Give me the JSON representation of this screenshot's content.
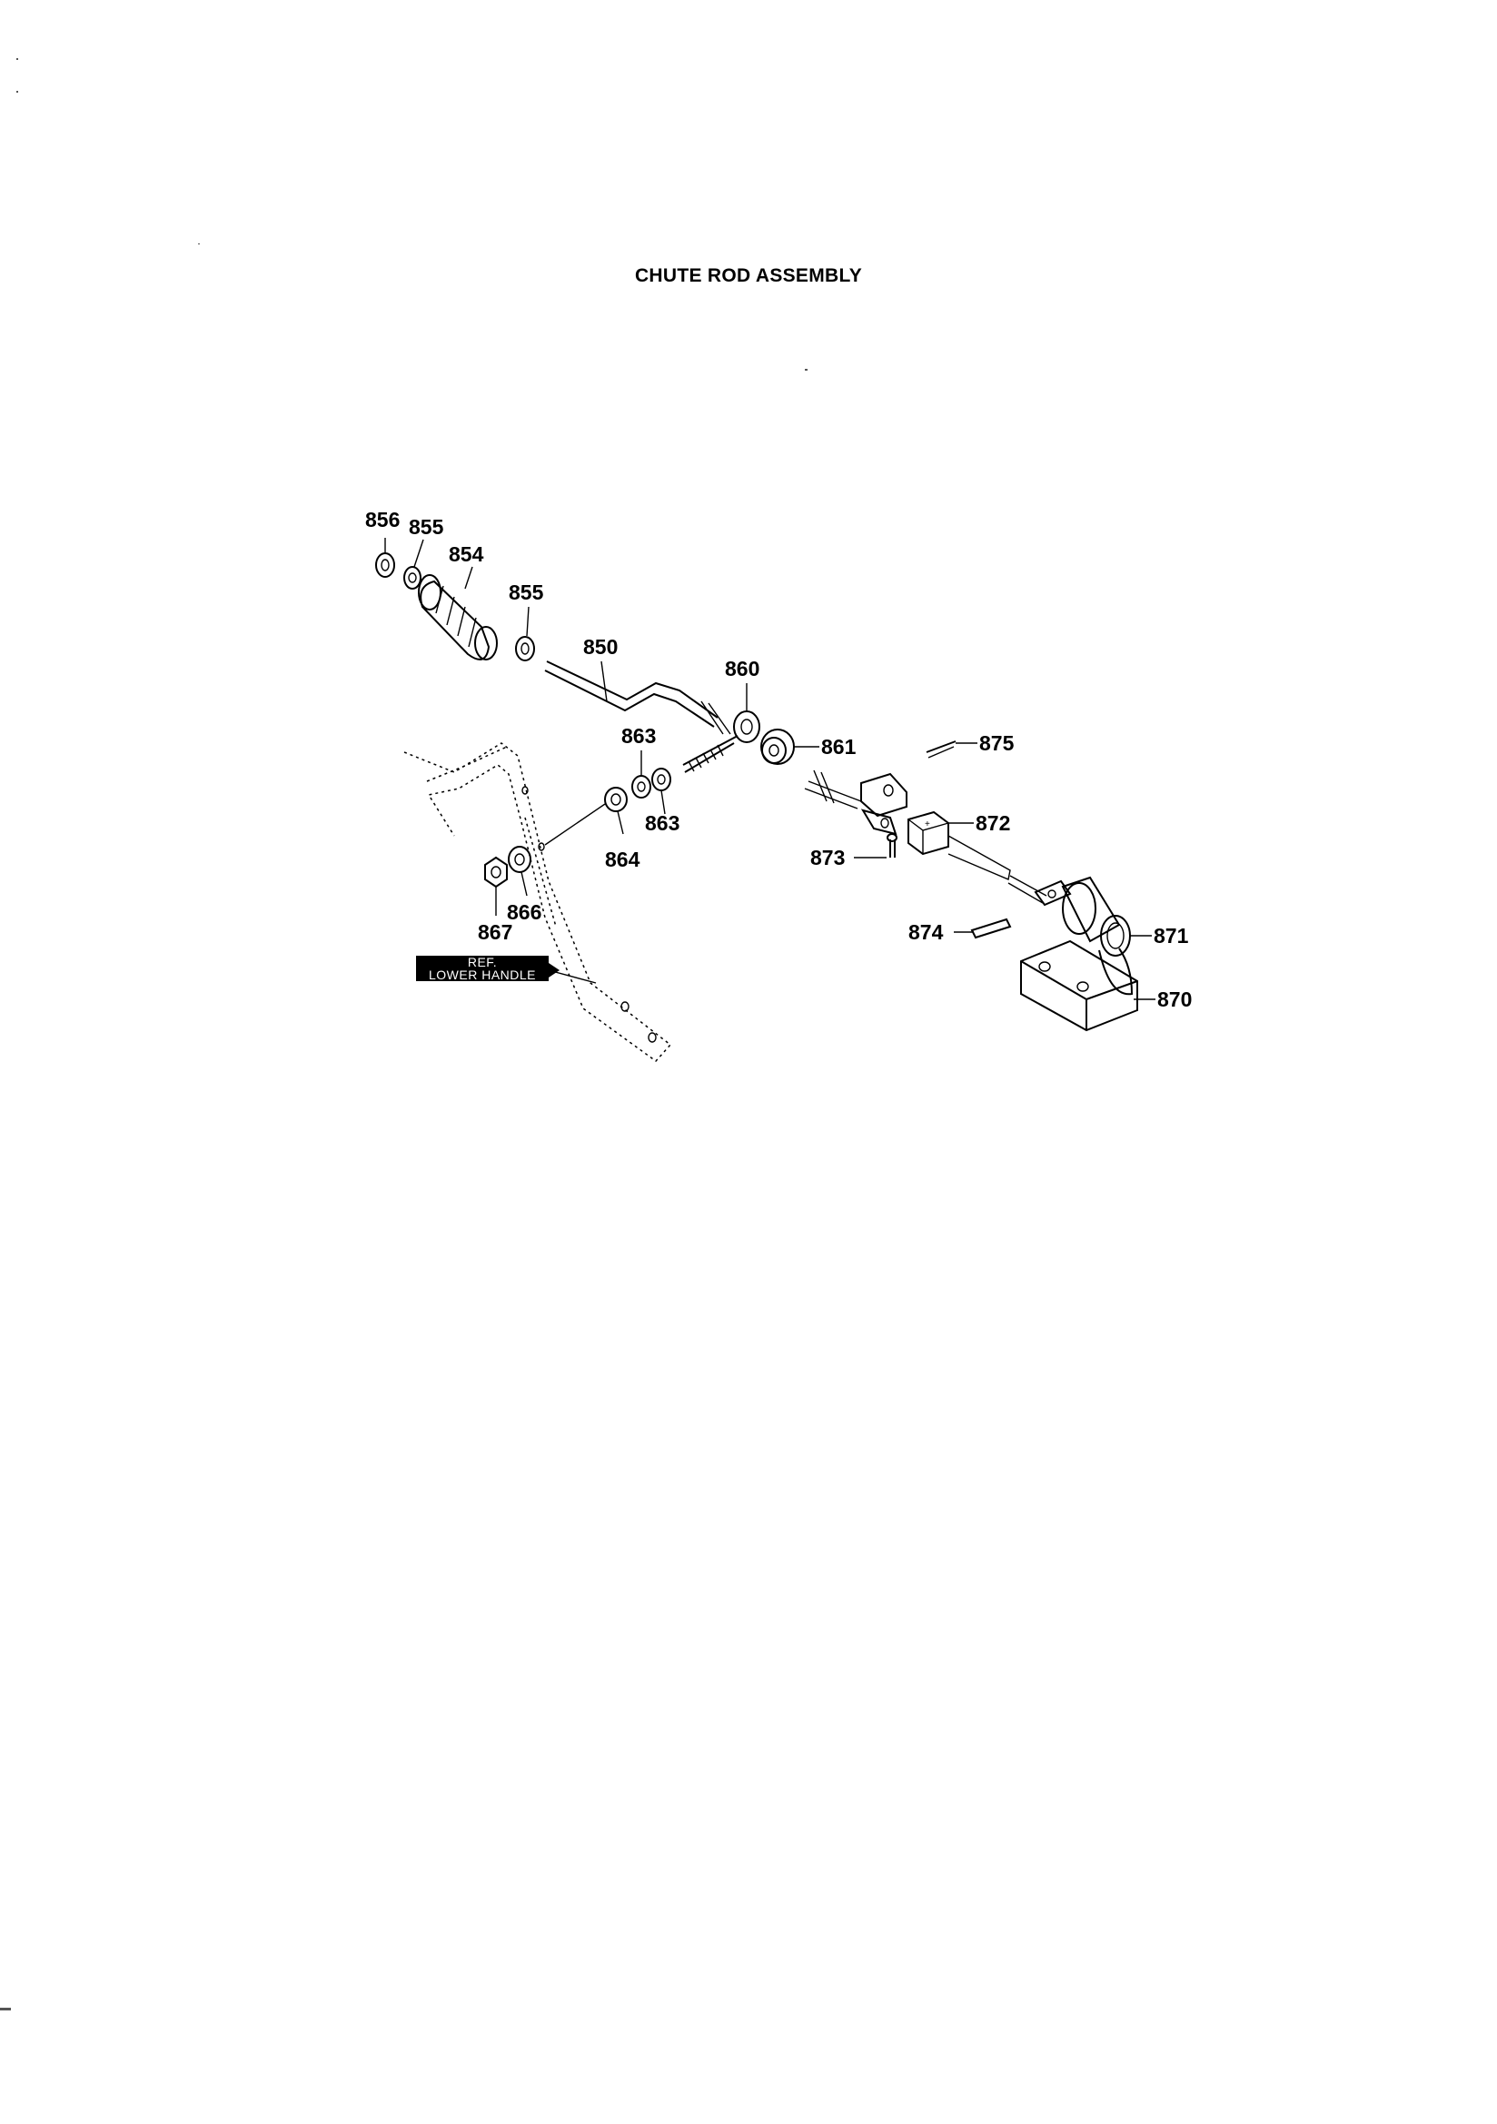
{
  "title": "CHUTE ROD ASSEMBLY",
  "reference_label": {
    "line1": "REF.",
    "line2": "LOWER HANDLE"
  },
  "parts": {
    "p850": "850",
    "p854": "854",
    "p855a": "855",
    "p855b": "855",
    "p856": "856",
    "p860": "860",
    "p861": "861",
    "p863a": "863",
    "p863b": "863",
    "p864": "864",
    "p866": "866",
    "p867": "867",
    "p870": "870",
    "p871": "871",
    "p872": "872",
    "p873": "873",
    "p874": "874",
    "p875": "875"
  }
}
